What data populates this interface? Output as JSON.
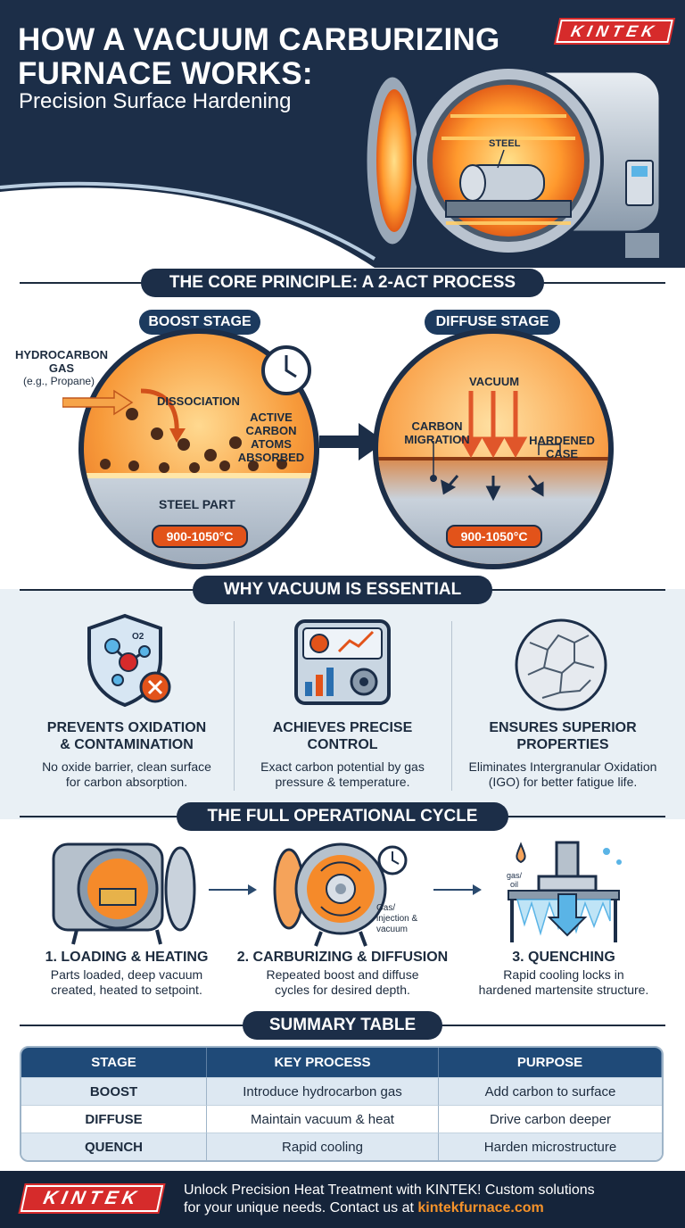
{
  "brand": {
    "logo_text": "KINTEK"
  },
  "header": {
    "title_line1": "HOW A VACUUM CARBURIZING",
    "title_line2": "FURNACE WORKS:",
    "subtitle": "Precision Surface Hardening",
    "furnace_label": "STEEL"
  },
  "core": {
    "heading": "THE CORE PRINCIPLE: A 2-ACT PROCESS",
    "boost": {
      "title": "BOOST STAGE",
      "gas_label": "HYDROCARBON GAS",
      "gas_example": "(e.g., Propane)",
      "dissociation": "DISSOCIATION",
      "active": "ACTIVE CARBON ATOMS ABSORBED",
      "part": "STEEL PART",
      "temp": "900-1050°C"
    },
    "diffuse": {
      "title": "DIFFUSE STAGE",
      "vacuum": "VACUUM",
      "migration": "CARBON MIGRATION",
      "case": "HARDENED CASE",
      "temp": "900-1050°C"
    }
  },
  "why": {
    "heading": "WHY VACUUM IS ESSENTIAL",
    "icon_text": "O2",
    "items": [
      {
        "icon": "shield-molecule-icon",
        "title_1": "PREVENTS OXIDATION",
        "title_2": "& CONTAMINATION",
        "desc_1": "No oxide barrier, clean surface",
        "desc_2": "for carbon absorption."
      },
      {
        "icon": "control-panel-icon",
        "title_1": "ACHIEVES PRECISE",
        "title_2": "CONTROL",
        "desc_1": "Exact carbon potential by gas",
        "desc_2": "pressure & temperature."
      },
      {
        "icon": "cracked-grain-icon",
        "title_1": "ENSURES SUPERIOR",
        "title_2": "PROPERTIES",
        "desc_1": "Eliminates Intergranular Oxidation",
        "desc_2": "(IGO) for better fatigue life."
      }
    ]
  },
  "cycle": {
    "heading": "THE FULL OPERATIONAL CYCLE",
    "gas_note_1": "Gas/",
    "gas_note_2": "injection &",
    "gas_note_3": "vacuum",
    "quench_note_1": "gas/",
    "quench_note_2": "oil",
    "steps": [
      {
        "title": "1. LOADING & HEATING",
        "desc_1": "Parts loaded, deep vacuum",
        "desc_2": "created, heated to setpoint."
      },
      {
        "title": "2. CARBURIZING & DIFFUSION",
        "desc_1": "Repeated boost and diffuse",
        "desc_2": "cycles for desired depth."
      },
      {
        "title": "3. QUENCHING",
        "desc_1": "Rapid cooling locks in",
        "desc_2": "hardened martensite structure."
      }
    ]
  },
  "summary": {
    "heading": "SUMMARY TABLE",
    "columns": [
      "STAGE",
      "KEY PROCESS",
      "PURPOSE"
    ],
    "rows": [
      [
        "BOOST",
        "Introduce hydrocarbon gas",
        "Add carbon to surface"
      ],
      [
        "DIFFUSE",
        "Maintain vacuum & heat",
        "Drive carbon deeper"
      ],
      [
        "QUENCH",
        "Rapid cooling",
        "Harden microstructure"
      ]
    ]
  },
  "footer": {
    "line1": "Unlock Precision Heat Treatment with KINTEK! Custom solutions",
    "line2_text": "for your unique needs. Contact us at ",
    "link": "kintekfurnace.com"
  },
  "colors": {
    "navy": "#1c2e48",
    "accent_red": "#d62b2b",
    "orange": "#e2531a",
    "link_orange": "#f5922a"
  }
}
